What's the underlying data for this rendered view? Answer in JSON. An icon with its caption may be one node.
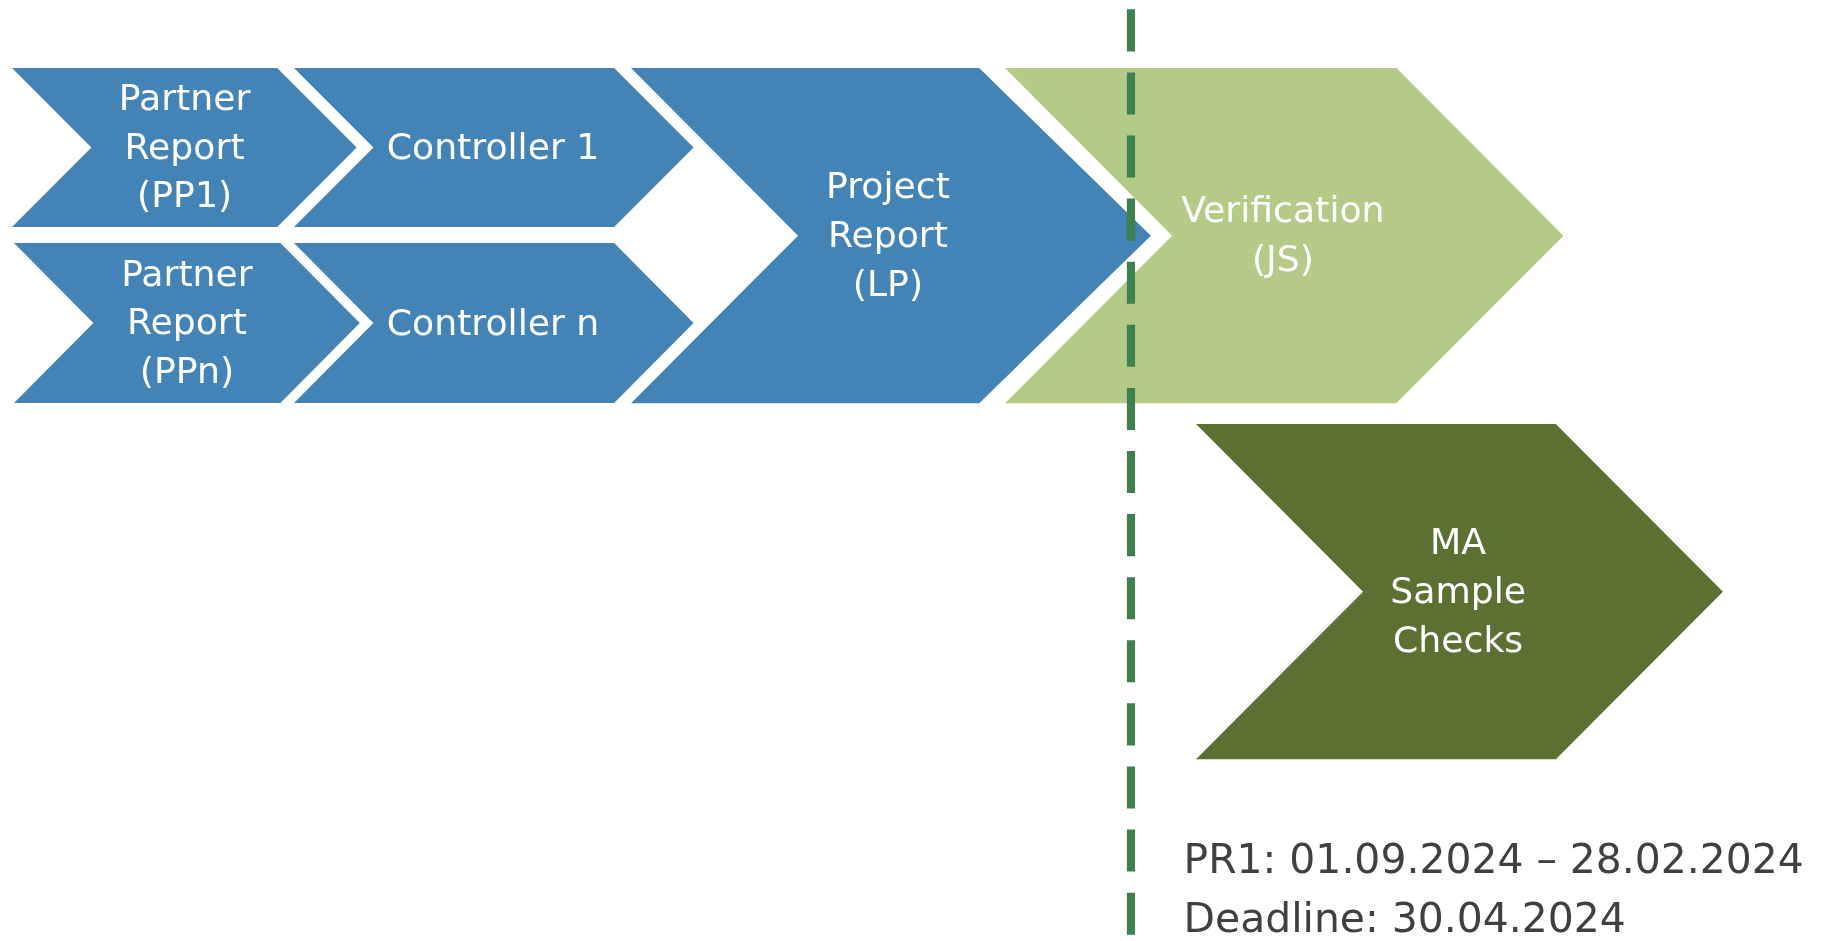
{
  "diagram": {
    "nodes": [
      {
        "text": [
          "Partner Report (PP1)"
        ]
      },
      {
        "text": [
          "Controller 1"
        ]
      },
      {
        "text": [
          "Partner Report (PPn)"
        ]
      },
      {
        "text": [
          "Controller n"
        ]
      },
      {
        "text": [
          "Project Report (LP)"
        ]
      },
      {
        "text": [
          "Verification (JS)"
        ]
      },
      {
        "text": [
          "MA Sample Checks"
        ]
      }
    ],
    "labels": [
      "PR1: 01.09.2024 – 28.02.2024",
      "Deadline: 30.04.2024"
    ]
  }
}
